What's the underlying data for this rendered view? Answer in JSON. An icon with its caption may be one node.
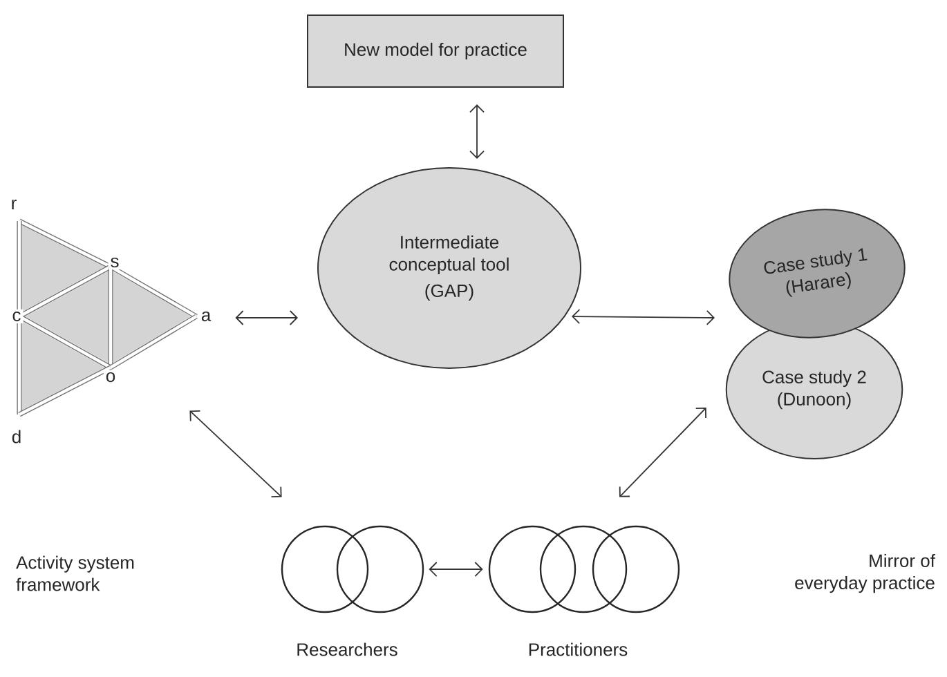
{
  "diagram": {
    "nodes": [
      {
        "text": [
          "New model for practice"
        ]
      },
      {
        "text": [
          "Intermediate conceptual tool",
          "(GAP)"
        ]
      },
      {
        "text": [
          "r",
          "s",
          "c",
          "a",
          "o",
          "d"
        ]
      },
      {
        "text": [
          "Case study 1 (Harare)"
        ]
      },
      {
        "text": [
          "Case study 2 (Dunoon)"
        ]
      },
      {
        "text": [],
        "shape": "circle",
        "beside": [
          "Researchers"
        ]
      },
      {
        "text": [],
        "shape": "circle",
        "beside": [
          "Practitioners"
        ]
      }
    ],
    "edges": [
      {
        "from": 0,
        "to": 1,
        "arrow": "both"
      },
      {
        "from": 2,
        "to": 1,
        "arrow": "both"
      },
      {
        "from": 1,
        "to": 3,
        "arrow": "both"
      },
      {
        "from": 2,
        "to": 5,
        "arrow": "both"
      },
      {
        "from": 6,
        "to": 4,
        "arrow": "both"
      },
      {
        "from": 5,
        "to": 6,
        "arrow": "both"
      }
    ],
    "labels": [
      "Activity system framework",
      "Mirror of everyday practice"
    ]
  }
}
